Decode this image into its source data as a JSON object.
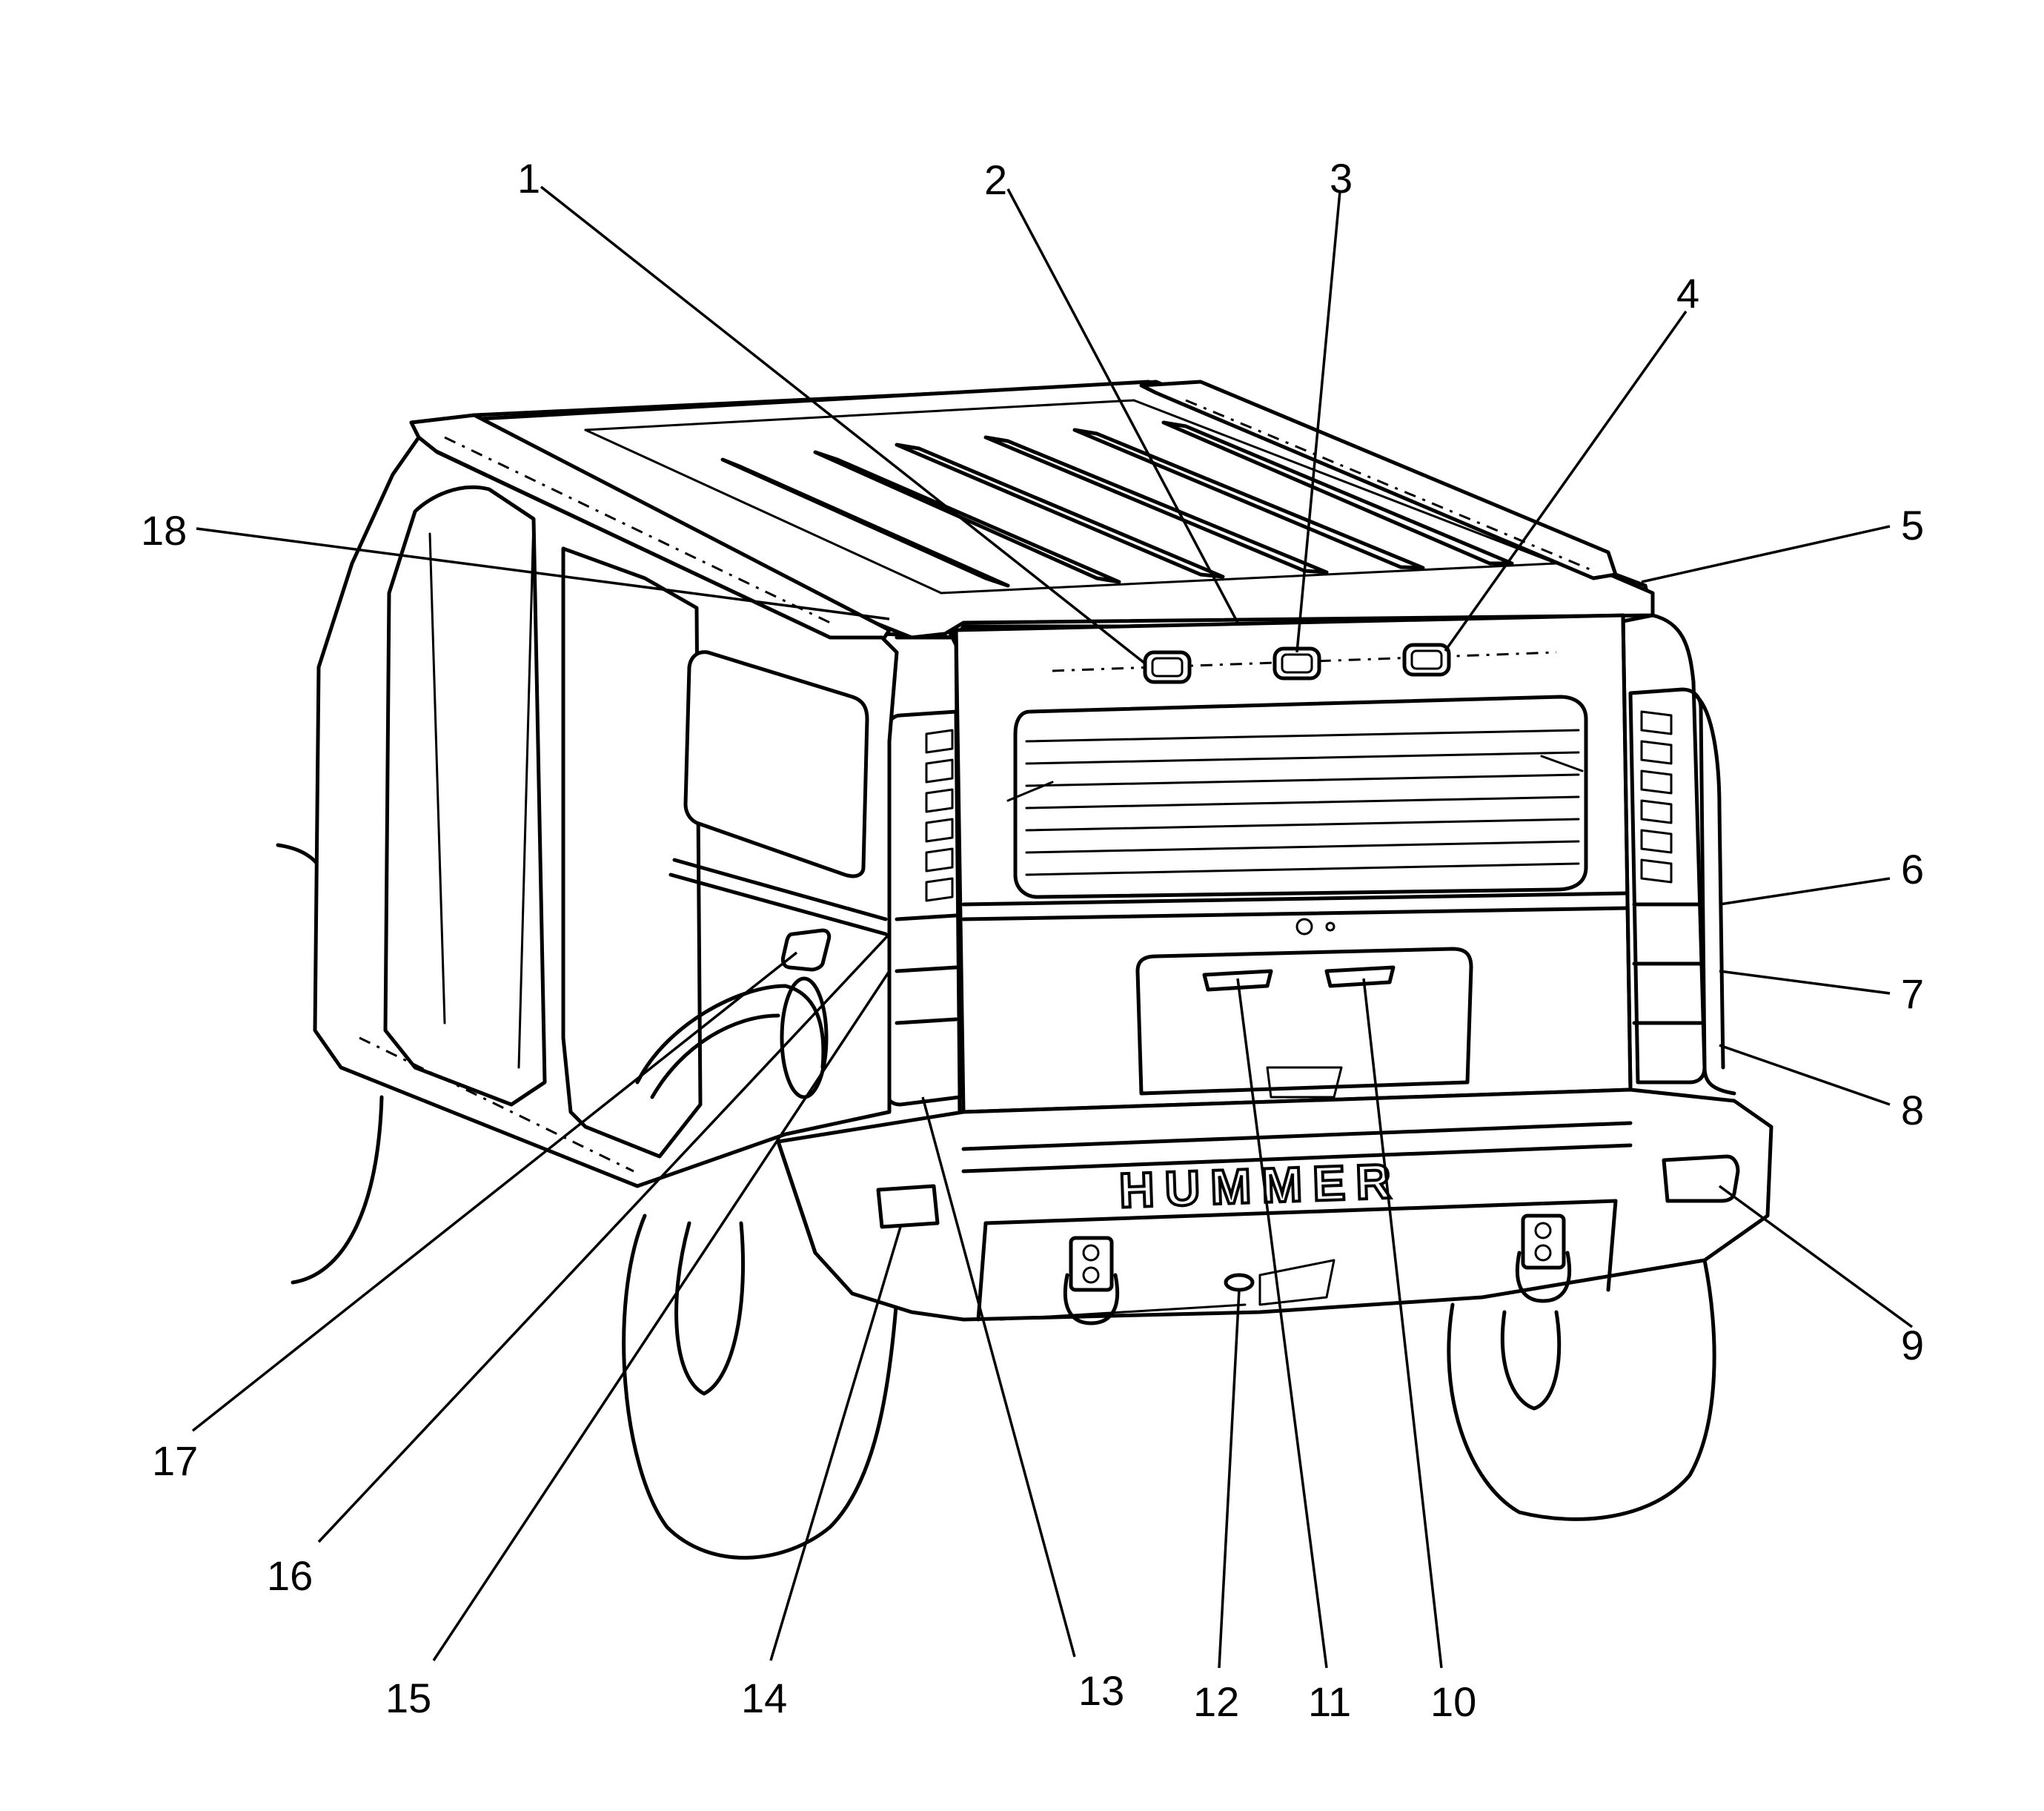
{
  "diagram": {
    "vehicle_badge_text": "HUMMER",
    "callouts": [
      {
        "id": "1",
        "label": "1"
      },
      {
        "id": "2",
        "label": "2"
      },
      {
        "id": "3",
        "label": "3"
      },
      {
        "id": "4",
        "label": "4"
      },
      {
        "id": "5",
        "label": "5"
      },
      {
        "id": "6",
        "label": "6"
      },
      {
        "id": "7",
        "label": "7"
      },
      {
        "id": "8",
        "label": "8"
      },
      {
        "id": "9",
        "label": "9"
      },
      {
        "id": "10",
        "label": "10"
      },
      {
        "id": "11",
        "label": "11"
      },
      {
        "id": "12",
        "label": "12"
      },
      {
        "id": "13",
        "label": "13"
      },
      {
        "id": "14",
        "label": "14"
      },
      {
        "id": "15",
        "label": "15"
      },
      {
        "id": "16",
        "label": "16"
      },
      {
        "id": "17",
        "label": "17"
      },
      {
        "id": "18",
        "label": "18"
      }
    ]
  }
}
